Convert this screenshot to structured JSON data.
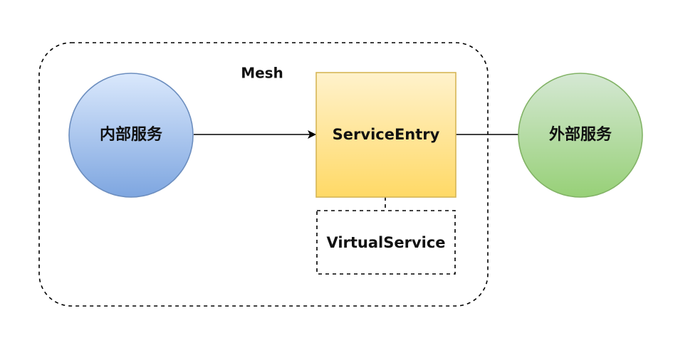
{
  "diagram": {
    "mesh_label": "Mesh",
    "internal_service": "内部服务",
    "external_service": "外部服务",
    "service_entry": "ServiceEntry",
    "virtual_service": "VirtualService"
  },
  "colors": {
    "internal_fill_top": "#dae8fc",
    "internal_fill_bottom": "#7ea6e0",
    "internal_stroke": "#6c8ebf",
    "external_fill_top": "#d5e8d4",
    "external_fill_bottom": "#97d077",
    "external_stroke": "#82b366",
    "entry_fill_top": "#fff2cc",
    "entry_fill_bottom": "#ffd966",
    "entry_stroke": "#d6b656",
    "line": "#000000"
  }
}
